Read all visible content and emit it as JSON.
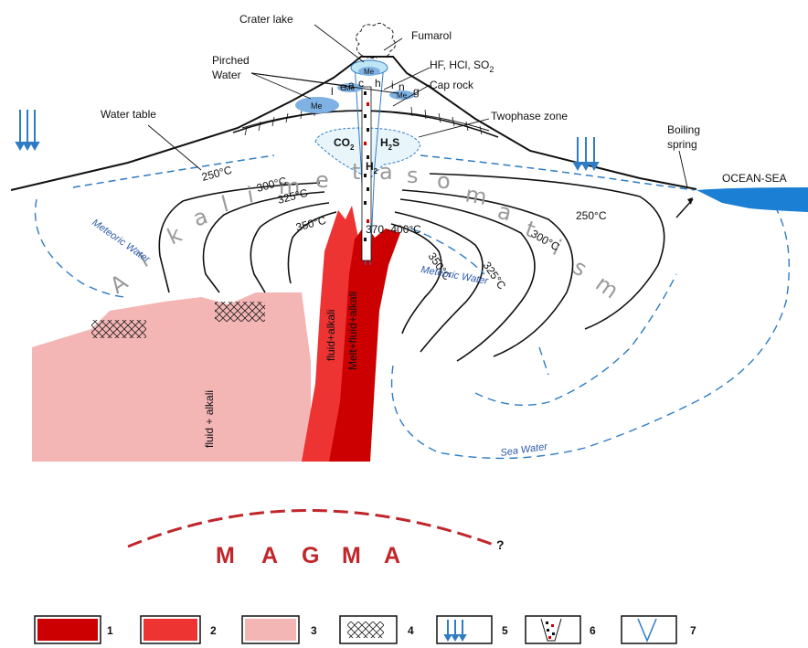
{
  "labels": {
    "crater_lake": "Crater lake",
    "fumarol": "Fumarol",
    "pirched_water_1": "Pirched",
    "pirched_water_2": "Water",
    "gases": "HF, HCl, SO",
    "gases_sub": "2",
    "cap_rock": "Cap rock",
    "water_table": "Water table",
    "twophase_zone": "Twophase zone",
    "boiling_spring_1": "Boiling",
    "boiling_spring_2": "spring",
    "ocean_sea": "OCEAN-SEA",
    "meteoric_water_left": "Meteoric Water",
    "meteoric_water_right": "Meteoric Water",
    "sea_water": "Sea Water",
    "fluid_alkali_left": "fluid + alkali",
    "fluid_alkali_dyke": "fluid+alkali",
    "melt_fluid_alkali": "Melt+fluid+alkali",
    "magma_question": "?",
    "me": "Me",
    "co2": "CO",
    "co2_sub": "2",
    "h2s": "H",
    "h2s_sub": "2",
    "h2s_tail": "S",
    "h2": "H",
    "h2_sub": "2"
  },
  "temperatures": {
    "t250_left": "250°C",
    "t300_left": "300°C",
    "t325_left": "325°C",
    "t350_left": "350°C",
    "t370_400": "370 -400°C",
    "t350_right": "350°C",
    "t325_right": "325°C",
    "t300_right": "300°C",
    "t250_right": "250°C"
  },
  "metasomatism_letters": [
    "A",
    "l",
    "k",
    "a",
    "l",
    "i",
    "m",
    "e",
    "t",
    "a",
    "s",
    "o",
    "m",
    "a",
    "t",
    "i",
    "s",
    "m"
  ],
  "arc_letters": [
    "l",
    "e",
    "a",
    "c",
    "h",
    "i",
    "n",
    "g"
  ],
  "magma_letters": [
    "M",
    "A",
    "G",
    "M",
    "A"
  ],
  "legend": [
    {
      "num": "1",
      "symbol": "dark-red-fill"
    },
    {
      "num": "2",
      "symbol": "red-fill"
    },
    {
      "num": "3",
      "symbol": "pink-fill"
    },
    {
      "num": "4",
      "symbol": "crosshatch"
    },
    {
      "num": "5",
      "symbol": "blue-arrows"
    },
    {
      "num": "6",
      "symbol": "dotted-conduit"
    },
    {
      "num": "7",
      "symbol": "blue-cone"
    }
  ],
  "colors": {
    "dark_red": "#cc0000",
    "red": "#ee3333",
    "pink": "#f4b5b5",
    "ocean_blue": "#1b7fd4",
    "water_blue": "#2e7cc4",
    "lake_blue": "#bfe6f4",
    "me_blue": "#7eb2e4",
    "magma_red": "#c0262a"
  }
}
